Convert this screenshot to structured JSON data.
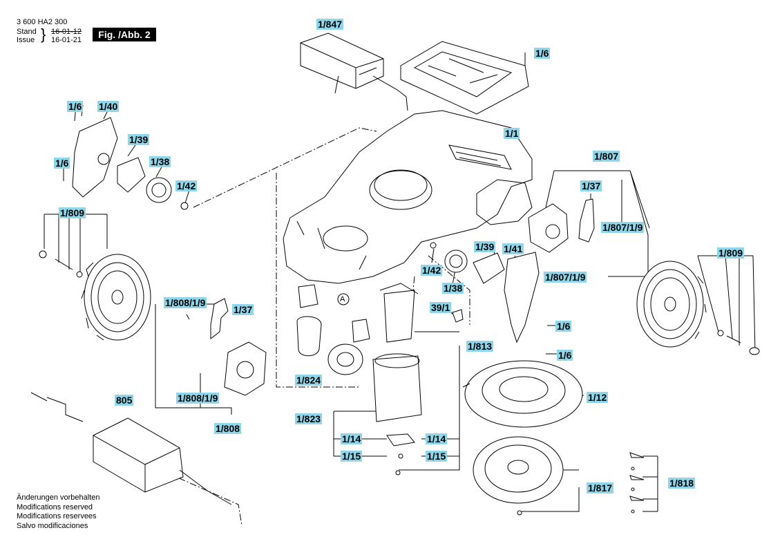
{
  "header": {
    "doc_number": "3 600 HA2 300",
    "stand_label": "Stand",
    "issue_label": "Issue",
    "stand_date": "16-01-12",
    "issue_date": "16-01-21",
    "figure": "Fig. /Abb. 2"
  },
  "callouts": {
    "c1847": "1/847",
    "c16_top": "1/6",
    "c11": "1/1",
    "c16_left_top": "1/6",
    "c140": "1/40",
    "c139_left": "1/39",
    "c16_left_mid": "1/6",
    "c138_left": "1/38",
    "c142_left": "1/42",
    "c1809_left": "1/809",
    "c1807": "1/807",
    "c137_right": "1/37",
    "c18079_a": "1/807/1/9",
    "c139_mid": "1/39",
    "c141": "1/41",
    "c18079_b": "1/807/1/9",
    "c142_mid": "1/42",
    "c138_mid": "1/38",
    "c1809_right": "1/809",
    "c391": "39/1",
    "c16_r1": "1/6",
    "c16_r2": "1/6",
    "c18089_top": "1/808/1/9",
    "c137_left": "1/37",
    "c1813": "1/813",
    "c1824": "1/824",
    "c112": "1/12",
    "c18089_bottom": "1/808/1/9",
    "c805": "805",
    "c1808": "1/808",
    "c1823": "1/823",
    "c114_l": "1/14",
    "c114_r": "1/14",
    "c115_l": "1/15",
    "c115_r": "1/15",
    "c1817": "1/817",
    "c1818": "1/818",
    "marker_a": "A"
  },
  "notes": [
    "Änderungen vorbehalten",
    "Modifications reserved",
    "Modifications reservees",
    "Salvo modificaciones"
  ]
}
